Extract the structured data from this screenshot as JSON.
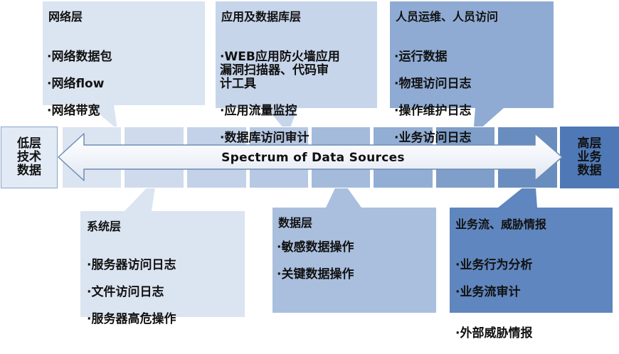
{
  "left_end": {
    "text": "低层\n技术\n数据"
  },
  "right_end": {
    "text": "高层\n业务\n数据"
  },
  "arrow_label": "Spectrum  of Data Sources",
  "colors": {
    "light": "#d8e2f0",
    "mid": "#a9bfdd",
    "dark": "#5f86be",
    "right_end": "#4f78b6"
  },
  "callouts": [
    {
      "id": "network",
      "title": "网络层",
      "items": [
        "·网络数据包",
        "·网络flow",
        "·网络带宽"
      ]
    },
    {
      "id": "app-db",
      "title": "应用及数据库层",
      "items": [
        "·WEB应用防火墙应用\n漏洞扫描器、代码审\n计工具",
        "·应用流量监控",
        "·数据库访问审计"
      ]
    },
    {
      "id": "personnel",
      "title": "人员运维、人员访问",
      "items": [
        "·运行数据",
        "·物理访问日志",
        "·操作维护日志",
        "·业务访问日志"
      ]
    },
    {
      "id": "system",
      "title": "系统层",
      "items": [
        "·服务器访问日志",
        "·文件访问日志",
        "·服务器高危操作"
      ]
    },
    {
      "id": "data",
      "title": "数据层",
      "items": [
        "·敏感数据操作",
        "·关键数据操作"
      ]
    },
    {
      "id": "business",
      "title": "业务流、威胁情报",
      "items": [
        "·业务行为分析",
        "·业务流审计",
        "·外部威胁情报"
      ]
    }
  ]
}
